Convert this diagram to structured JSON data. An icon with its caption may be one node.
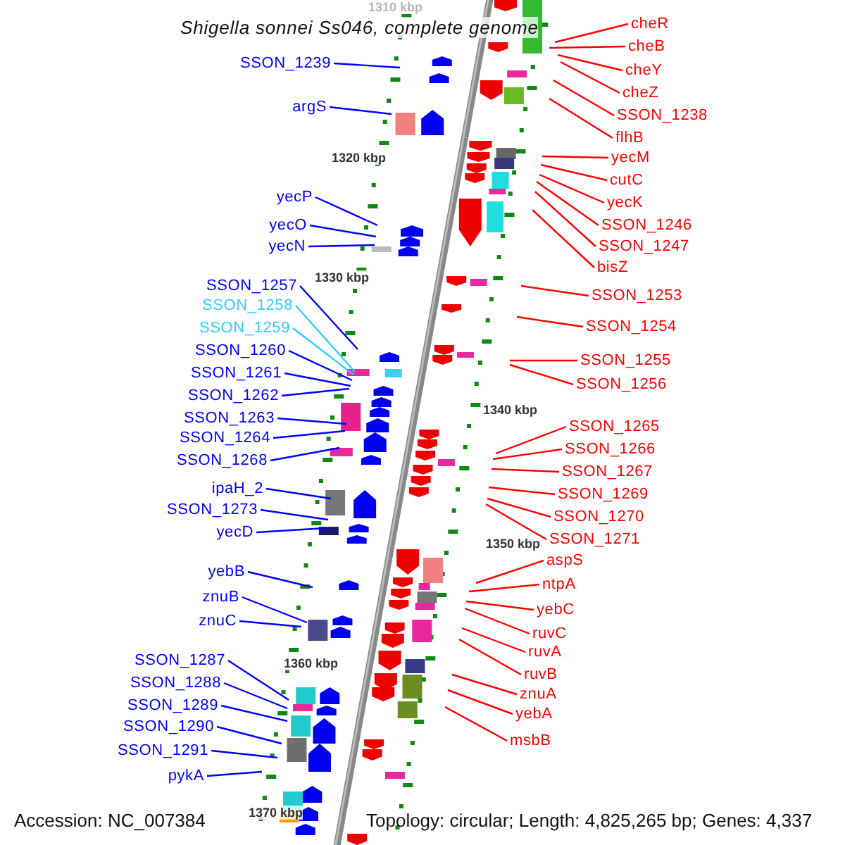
{
  "diagram": {
    "title": "Shigella sonnei Ss046, complete genome",
    "nodes": [
      {
        "text": [
          "cheR"
        ]
      },
      {
        "text": [
          "cheB"
        ]
      },
      {
        "text": [
          "SSON_1239"
        ]
      },
      {
        "text": [
          "cheY"
        ]
      },
      {
        "text": [
          "cheZ"
        ]
      },
      {
        "text": [
          "argS"
        ]
      },
      {
        "text": [
          "SSON_1238"
        ]
      },
      {
        "text": [
          "flhB"
        ]
      },
      {
        "text": [
          "yecM"
        ]
      },
      {
        "text": [
          "cutC"
        ]
      },
      {
        "text": [
          "yecP"
        ]
      },
      {
        "text": [
          "yecK"
        ]
      },
      {
        "text": [
          "yecO"
        ]
      },
      {
        "text": [
          "SSON_1246"
        ]
      },
      {
        "text": [
          "yecN"
        ]
      },
      {
        "text": [
          "SSON_1247"
        ]
      },
      {
        "text": [
          "bisZ"
        ]
      },
      {
        "text": [
          "SSON_1257"
        ]
      },
      {
        "text": [
          "SSON_1253"
        ]
      },
      {
        "text": [
          "SSON_1258"
        ]
      },
      {
        "text": [
          "SSON_1254"
        ]
      },
      {
        "text": [
          "SSON_1259"
        ]
      },
      {
        "text": [
          "SSON_1260"
        ]
      },
      {
        "text": [
          "SSON_1255"
        ]
      },
      {
        "text": [
          "SSON_1261"
        ]
      },
      {
        "text": [
          "SSON_1256"
        ]
      },
      {
        "text": [
          "SSON_1262"
        ]
      },
      {
        "text": [
          "SSON_1263"
        ]
      },
      {
        "text": [
          "SSON_1265"
        ]
      },
      {
        "text": [
          "SSON_1264"
        ]
      },
      {
        "text": [
          "SSON_1266"
        ]
      },
      {
        "text": [
          "SSON_1268"
        ]
      },
      {
        "text": [
          "SSON_1267"
        ]
      },
      {
        "text": [
          "ipaH_2"
        ]
      },
      {
        "text": [
          "SSON_1269"
        ]
      },
      {
        "text": [
          "SSON_1273"
        ]
      },
      {
        "text": [
          "SSON_1270"
        ]
      },
      {
        "text": [
          "yecD"
        ]
      },
      {
        "text": [
          "SSON_1271"
        ]
      },
      {
        "text": [
          "aspS"
        ]
      },
      {
        "text": [
          "yebB"
        ]
      },
      {
        "text": [
          "ntpA"
        ]
      },
      {
        "text": [
          "znuB"
        ]
      },
      {
        "text": [
          "yebC"
        ]
      },
      {
        "text": [
          "znuC"
        ]
      },
      {
        "text": [
          "ruvC"
        ]
      },
      {
        "text": [
          "ruvA"
        ]
      },
      {
        "text": [
          "SSON_1287"
        ]
      },
      {
        "text": [
          "ruvB"
        ]
      },
      {
        "text": [
          "SSON_1288"
        ]
      },
      {
        "text": [
          "znuA"
        ]
      },
      {
        "text": [
          "SSON_1289"
        ]
      },
      {
        "text": [
          "yebA"
        ]
      },
      {
        "text": [
          "SSON_1290"
        ]
      },
      {
        "text": [
          "msbB"
        ]
      },
      {
        "text": [
          "SSON_1291"
        ]
      },
      {
        "text": [
          "pykA"
        ]
      }
    ],
    "edges": [
      {
        "from": 0,
        "to": null,
        "arrow": "none"
      },
      {
        "from": 1,
        "to": null,
        "arrow": "none"
      },
      {
        "from": 2,
        "to": null,
        "arrow": "none",
        "color": "#0000ff"
      },
      {
        "from": 3,
        "to": null,
        "arrow": "none"
      },
      {
        "from": 4,
        "to": null,
        "arrow": "none"
      },
      {
        "from": 5,
        "to": null,
        "arrow": "none",
        "color": "#0000ff"
      },
      {
        "from": 6,
        "to": null,
        "arrow": "none"
      },
      {
        "from": 7,
        "to": null,
        "arrow": "none"
      },
      {
        "from": 8,
        "to": null,
        "arrow": "none"
      },
      {
        "from": 9,
        "to": null,
        "arrow": "none"
      },
      {
        "from": 10,
        "to": null,
        "arrow": "none",
        "color": "#0000ff"
      },
      {
        "from": 11,
        "to": null,
        "arrow": "none"
      },
      {
        "from": 12,
        "to": null,
        "arrow": "none",
        "color": "#0000ff"
      },
      {
        "from": 13,
        "to": null,
        "arrow": "none"
      },
      {
        "from": 14,
        "to": null,
        "arrow": "none",
        "color": "#0000ff"
      },
      {
        "from": 15,
        "to": null,
        "arrow": "none"
      },
      {
        "from": 16,
        "to": null,
        "arrow": "none"
      },
      {
        "from": 17,
        "to": null,
        "arrow": "none",
        "color": "#0000ff"
      },
      {
        "from": 18,
        "to": null,
        "arrow": "none"
      },
      {
        "from": 19,
        "to": null,
        "arrow": "none",
        "color": "#33ccff"
      },
      {
        "from": 20,
        "to": null,
        "arrow": "none"
      },
      {
        "from": 21,
        "to": null,
        "arrow": "none",
        "color": "#33ccff"
      },
      {
        "from": 22,
        "to": null,
        "arrow": "none",
        "color": "#0000ff"
      },
      {
        "from": 23,
        "to": null,
        "arrow": "none"
      },
      {
        "from": 24,
        "to": null,
        "arrow": "none",
        "color": "#0000ff"
      },
      {
        "from": 25,
        "to": null,
        "arrow": "none"
      },
      {
        "from": 26,
        "to": null,
        "arrow": "none",
        "color": "#0000ff"
      },
      {
        "from": 27,
        "to": null,
        "arrow": "none",
        "color": "#0000ff"
      },
      {
        "from": 28,
        "to": null,
        "arrow": "none"
      },
      {
        "from": 29,
        "to": null,
        "arrow": "none",
        "color": "#0000ff"
      },
      {
        "from": 30,
        "to": null,
        "arrow": "none"
      },
      {
        "from": 31,
        "to": null,
        "arrow": "none",
        "color": "#0000ff"
      },
      {
        "from": 32,
        "to": null,
        "arrow": "none"
      },
      {
        "from": 33,
        "to": null,
        "arrow": "none",
        "color": "#0000ff"
      },
      {
        "from": 34,
        "to": null,
        "arrow": "none"
      },
      {
        "from": 35,
        "to": null,
        "arrow": "none",
        "color": "#0000ff"
      },
      {
        "from": 36,
        "to": null,
        "arrow": "none"
      },
      {
        "from": 37,
        "to": null,
        "arrow": "none",
        "color": "#0000ff"
      },
      {
        "from": 38,
        "to": null,
        "arrow": "none"
      },
      {
        "from": 39,
        "to": null,
        "arrow": "none"
      },
      {
        "from": 40,
        "to": null,
        "arrow": "none",
        "color": "#0000ff"
      },
      {
        "from": 41,
        "to": null,
        "arrow": "none"
      },
      {
        "from": 42,
        "to": null,
        "arrow": "none",
        "color": "#0000ff"
      },
      {
        "from": 43,
        "to": null,
        "arrow": "none"
      },
      {
        "from": 44,
        "to": null,
        "arrow": "none",
        "color": "#0000ff"
      },
      {
        "from": 45,
        "to": null,
        "arrow": "none"
      },
      {
        "from": 46,
        "to": null,
        "arrow": "none"
      },
      {
        "from": 47,
        "to": null,
        "arrow": "none",
        "color": "#0000ff"
      },
      {
        "from": 48,
        "to": null,
        "arrow": "none"
      },
      {
        "from": 49,
        "to": null,
        "arrow": "none",
        "color": "#0000ff"
      },
      {
        "from": 50,
        "to": null,
        "arrow": "none"
      },
      {
        "from": 51,
        "to": null,
        "arrow": "none",
        "color": "#0000ff"
      },
      {
        "from": 52,
        "to": null,
        "arrow": "none"
      },
      {
        "from": 53,
        "to": null,
        "arrow": "none",
        "color": "#0000ff"
      },
      {
        "from": 54,
        "to": null,
        "arrow": "none"
      },
      {
        "from": 55,
        "to": null,
        "arrow": "none",
        "color": "#0000ff"
      },
      {
        "from": 56,
        "to": null,
        "arrow": "none",
        "color": "#0000ff"
      }
    ],
    "labels": [
      "1310 kbp",
      "1320 kbp",
      "1330 kbp",
      "1340 kbp",
      "1350 kbp",
      "1360 kbp",
      "1370 kbp",
      "Accession: NC_007384",
      "Topology: circular; Length: 4,825,265 bp; Genes: 4,337"
    ]
  }
}
